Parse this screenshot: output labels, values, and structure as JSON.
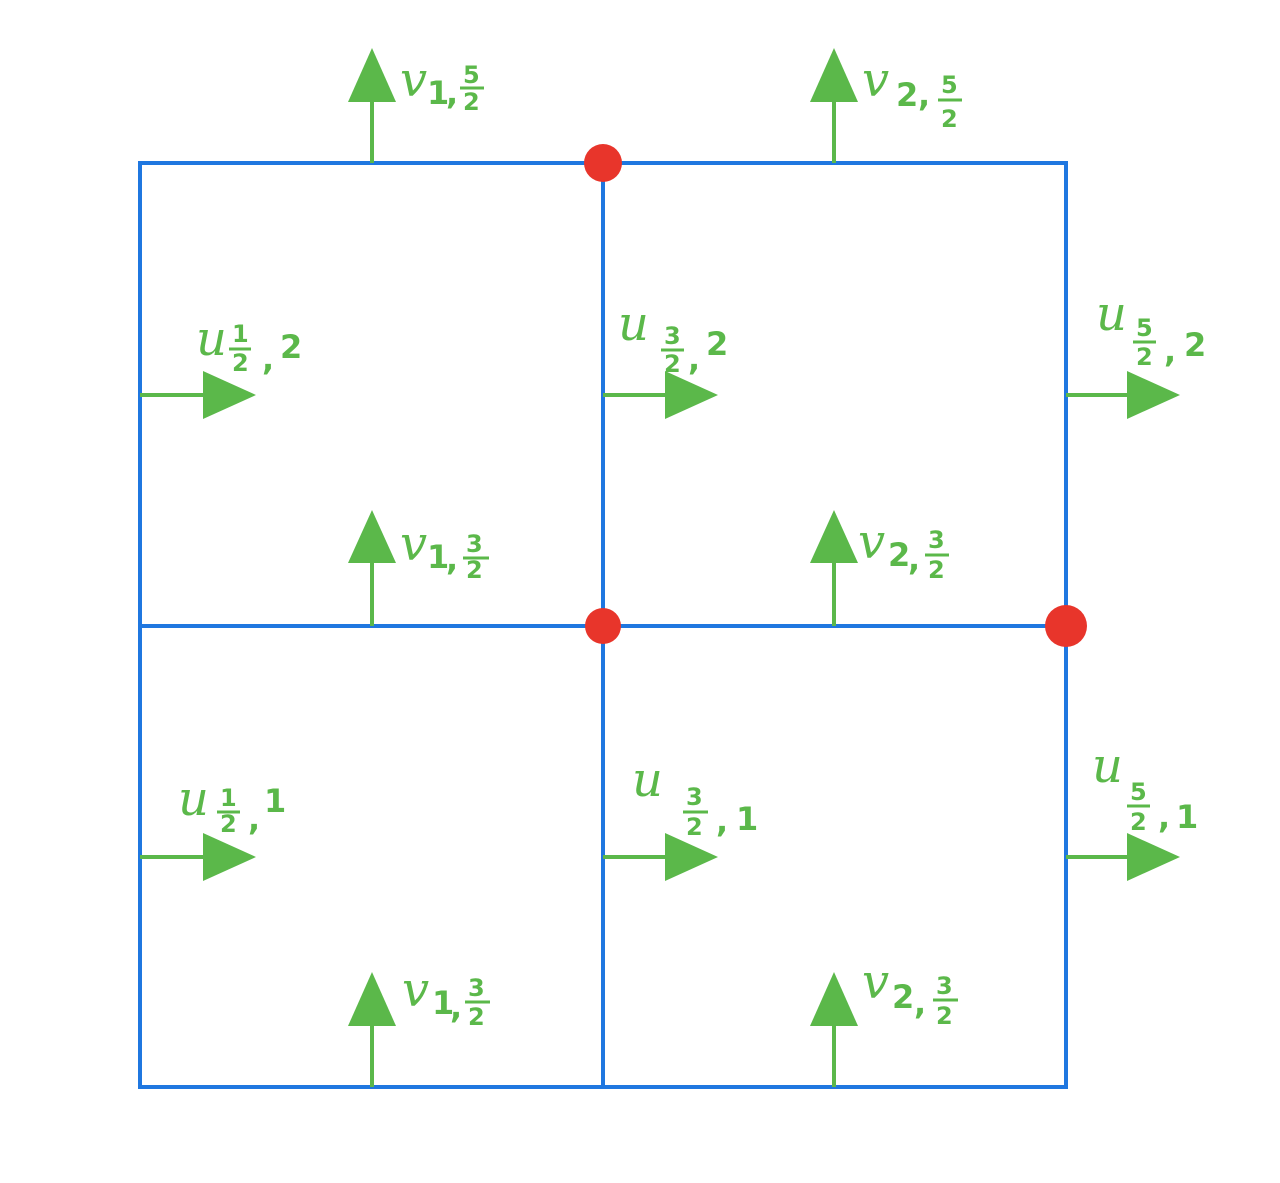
{
  "colors": {
    "grid": "#1f77e0",
    "arrow": "#5bb84a",
    "node": "#e8352b",
    "background": "#ffffff"
  },
  "labels": {
    "v_1_top": {
      "var": "v",
      "i": "1",
      "j_num": "5",
      "j_den": "2"
    },
    "v_2_top": {
      "var": "v",
      "i": "2",
      "j_num": "5",
      "j_den": "2"
    },
    "u_half_2": {
      "var": "u",
      "i_num": "1",
      "i_den": "2",
      "j": "2"
    },
    "u_3h_2": {
      "var": "u",
      "i_num": "3",
      "i_den": "2",
      "j": "2"
    },
    "u_5h_2": {
      "var": "u",
      "i_num": "5",
      "i_den": "2",
      "j": "2"
    },
    "v_1_mid": {
      "var": "v",
      "i": "1",
      "j_num": "3",
      "j_den": "2"
    },
    "v_2_mid": {
      "var": "v",
      "i": "2",
      "j_num": "3",
      "j_den": "2"
    },
    "u_half_1": {
      "var": "u",
      "i_num": "1",
      "i_den": "2",
      "j": "1"
    },
    "u_3h_1": {
      "var": "u",
      "i_num": "3",
      "i_den": "2",
      "j": "1"
    },
    "u_5h_1": {
      "var": "u",
      "i_num": "5",
      "i_den": "2",
      "j": "1"
    },
    "v_1_bot": {
      "var": "v",
      "i": "1",
      "j_num": "3",
      "j_den": "2"
    },
    "v_2_bot": {
      "var": "v",
      "i": "2",
      "j_num": "3",
      "j_den": "2"
    }
  }
}
